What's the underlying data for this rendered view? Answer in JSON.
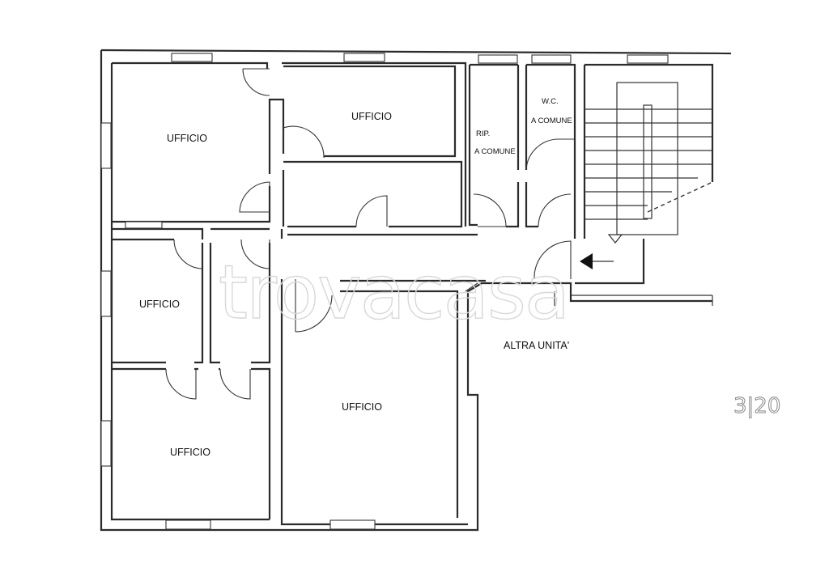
{
  "plan": {
    "rooms": [
      {
        "key": "office_nw",
        "label": "UFFICIO"
      },
      {
        "key": "office_n",
        "label": "UFFICIO"
      },
      {
        "key": "storage_rip",
        "label": "RIP."
      },
      {
        "key": "storage_common",
        "label": "A COMUNE"
      },
      {
        "key": "wc",
        "label": "W.C."
      },
      {
        "key": "wc_common",
        "label": "A COMUNE"
      },
      {
        "key": "office_w",
        "label": "UFFICIO"
      },
      {
        "key": "office_sw",
        "label": "UFFICIO"
      },
      {
        "key": "office_large",
        "label": "UFFICIO"
      }
    ],
    "other_unit_label": "ALTRA UNITA'",
    "handwritten_note": "3|20",
    "watermark": "trovacasa"
  }
}
